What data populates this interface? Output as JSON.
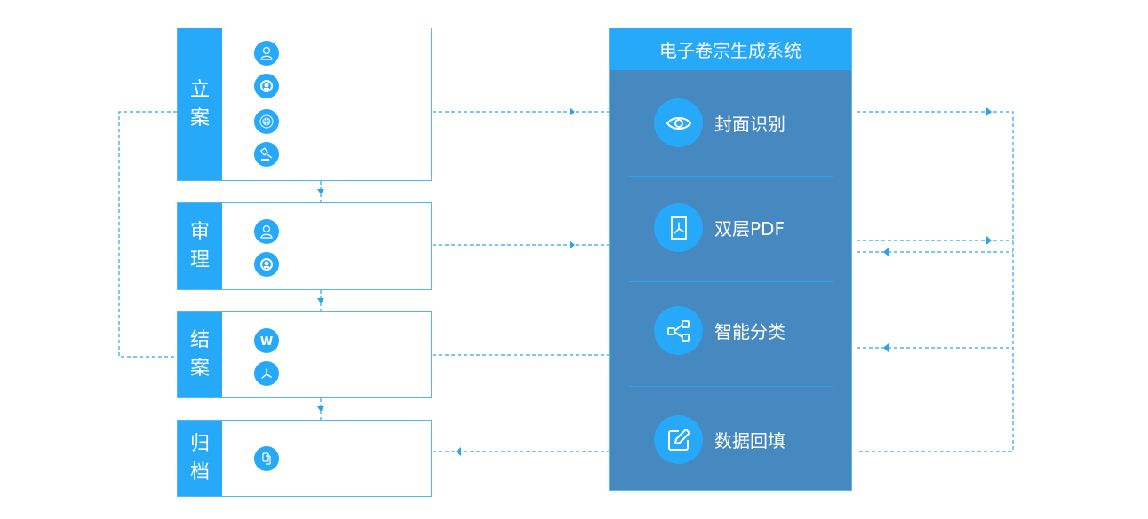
{
  "colors": {
    "accent": "#27a9fa",
    "panel": "#4689c0",
    "line": "#2aa3ee",
    "border": "#56b6f2"
  },
  "stages": [
    {
      "id": "lian",
      "label": [
        "立",
        "案"
      ],
      "icons": [
        "person-icon",
        "national-emblem-icon",
        "court-emblem-icon",
        "gavel-icon"
      ]
    },
    {
      "id": "shenli",
      "label": [
        "审",
        "理"
      ],
      "icons": [
        "person-icon",
        "national-emblem-icon"
      ]
    },
    {
      "id": "jiean",
      "label": [
        "结",
        "案"
      ],
      "icons": [
        "word-doc-icon",
        "pdf-icon"
      ]
    },
    {
      "id": "guidang",
      "label": [
        "归",
        "档"
      ],
      "icons": [
        "copy-documents-icon"
      ]
    }
  ],
  "system": {
    "title": "电子卷宗生成系统",
    "features": [
      {
        "label": "封面识别",
        "icon": "eye-icon"
      },
      {
        "label": "双层PDF",
        "icon": "pdf-document-icon"
      },
      {
        "label": "智能分类",
        "icon": "share-nodes-icon"
      },
      {
        "label": "数据回填",
        "icon": "edit-icon"
      }
    ]
  }
}
